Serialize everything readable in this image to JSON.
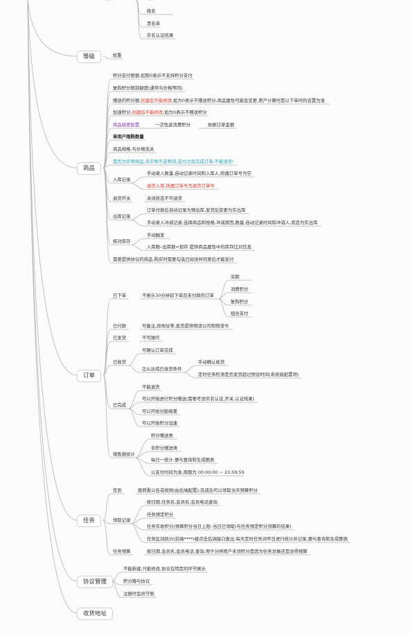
{
  "categories": {
    "level": "等级",
    "product": "商品",
    "order": "订单",
    "task": "任务",
    "agreement": "协议管理",
    "address": "收货地址"
  },
  "top": {
    "partial": "…",
    "name": "姓名",
    "blacklist": "黑名单",
    "realname": "实名认证结果"
  },
  "level": {
    "weight": "权重"
  },
  "product": {
    "points_limit": "积分支付限额,如限0表示不支持积分支付",
    "repurchase_limit": "复购积分限制额度(通常与价格等同)",
    "gift_points": {
      "prefix": "赠送的积分额,",
      "red": "创建后不能修改",
      "suffix": ",如为0表示不赠送积分,商品属性可能会变更,用户计算时是以下单时的设置为准"
    },
    "markup_points": {
      "prefix": "加速积分,",
      "red": "创建后不能修改",
      "suffix": ",如为0表示不赠送积分"
    },
    "tier_config": "商品级差配置",
    "tier_once": "一次性返消费积分",
    "tier_by_amount": "依据订单金额",
    "limit_per_user": "单用户限购数量",
    "spec_price": "商品规格,与价格无关",
    "physical": "是否为实物商品,非实物不走物流,支付过就完成订单,不能退货!",
    "stock_in": "入库记录",
    "stock_in_manual": "手动录入数量,自动记录时间和入库人,所属订单号为空",
    "stock_in_return": "退货入库,所属订单号为退货订单号",
    "return_switch": "退货开关",
    "return_off": "关闭状态不可退货",
    "stock_out": "出库记录",
    "stock_out_auto": "订单付款后自动记录为预出库,发货后变更为实出库",
    "stock_out_manual": "手动录入冲减记录:选择商品和规格,冲减原因,数量,自动记录时间和冲减人,状态为实出库",
    "check_stock": "核对库存",
    "check_manual": "手动触发",
    "check_formula": "入库数–出库数=现存 提供商品属性中的库存比对信息",
    "agreement_needed": "需要提供协议的商品,购买时需要勾选已阅读并同意后才能支付"
  },
  "order": {
    "placed": "已下单",
    "placed_note": "不展示30分钟前下单且未付款的订单",
    "pay_balance": "余额",
    "pay_consume": "消费积分",
    "pay_repurchase": "复购积分",
    "pay_combo": "组合支付",
    "paid": "已付款",
    "paid_note": "可备注,改地址等,发货提供物流公司和物流号",
    "shipped": "已发货",
    "shipped_note": "不可操作",
    "received": "已收货",
    "received_confirm": "可确认订单完成",
    "received_how": "怎么达成已收货条件",
    "received_manual": "手动确认收货",
    "received_auto": "定时任务检测是否发货超过预设时间(系统级配置项)",
    "done": "已完成",
    "done_no_return": "不能退货",
    "done_gift": "可以开始进行积分赠送(需要考虑实名认证,开关,认证结果)",
    "done_tier": "可以开始分配级差",
    "done_speed": "可以开始积分加速",
    "sales_stats": "销售额统计",
    "stats_gift": "积分赠送类",
    "stats_nongift": "非积分赠送类",
    "stats_daily": "每日一统计,便与查询和生成图表",
    "stats_period": "以支付时间为准,周期为 00:00:00 ~ 23:59:59"
  },
  "task": {
    "checkin": "签到",
    "checkin_note": "跳转看公告或视频(由后端配置),完成后可以领取当天预算积分",
    "claim_log": "领取记录",
    "claim_query": "按日期,任务名,会员名,会员电话查询",
    "claim_planned": "任务预定积分",
    "claim_actual": "任务实收积分(预算积分当日上限–当日已领取)与任务预定积分测算的结果)",
    "claim_range": "任务区间统计(前端****)被点击后调接口查出,每天定时任务对昨日进行统计并记录,便与查询和生成图表",
    "budget": "任务预算",
    "budget_note": "按日期,会员名,会员电话,查询,用于分辨用户未领积分是因为任务没做还是没得预算"
  },
  "agreement": {
    "create_only": "不能新建,只能修改,协议在特定的环节展示",
    "gift_agreement": "积分赠与协议",
    "register_agreement": "注册时会员守则"
  }
}
